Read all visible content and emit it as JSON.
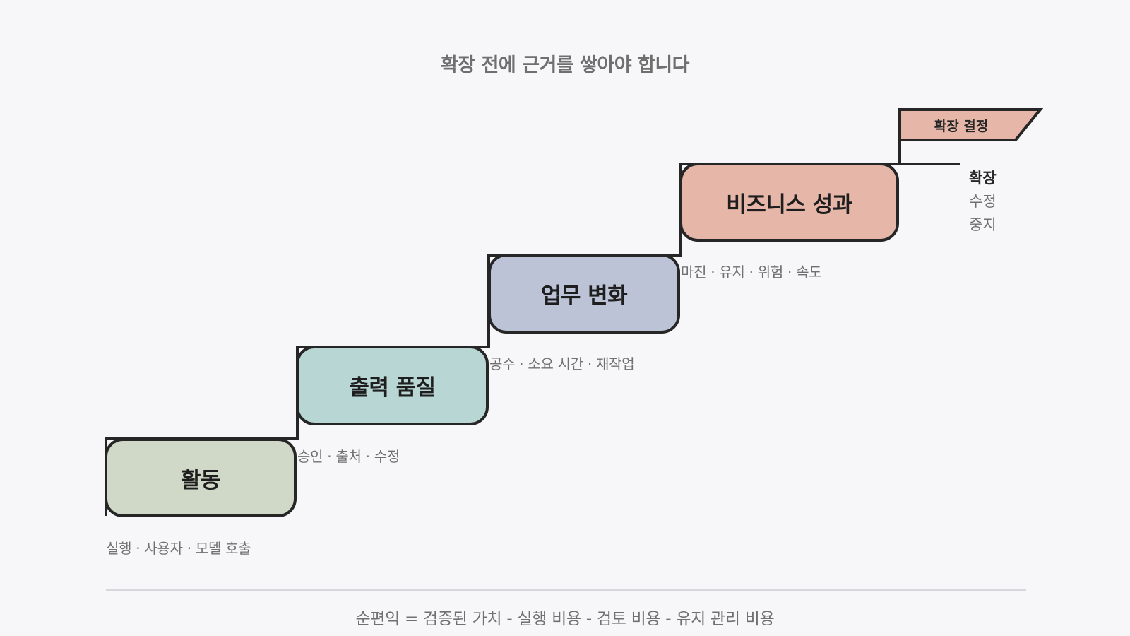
{
  "title": "확장 전에 근거를 쌓아야 합니다",
  "steps": [
    {
      "label": "활동",
      "metrics": "실행 · 사용자 · 모델 호출",
      "color": "#d0d9c7"
    },
    {
      "label": "출력 품질",
      "metrics": "승인 · 출처 · 수정",
      "color": "#b8d6d4"
    },
    {
      "label": "업무 변화",
      "metrics": "공수 · 소요 시간 · 재작업",
      "color": "#bcc3d7"
    },
    {
      "label": "비즈니스 성과",
      "metrics": "마진 · 유지 · 위험 · 속도",
      "color": "#e6b7a8"
    }
  ],
  "flag": {
    "label": "확장 결정",
    "color": "#e6b7a8"
  },
  "decisions": [
    "확장",
    "수정",
    "중지"
  ],
  "formula": "순편익 = 검증된 가치 - 실행 비용 - 검토 비용 - 유지 관리 비용"
}
